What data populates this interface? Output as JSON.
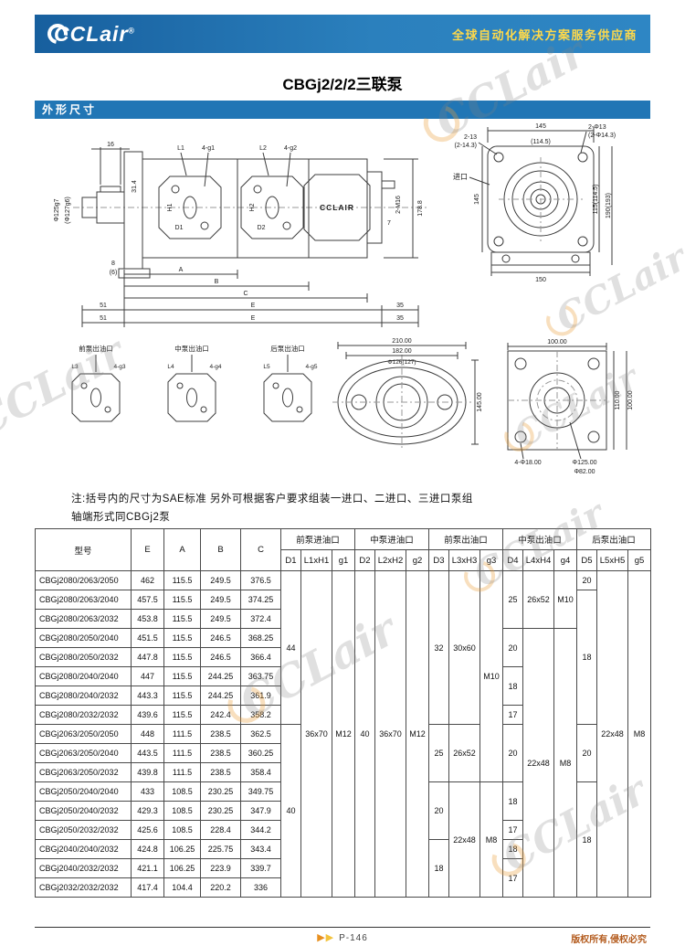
{
  "header": {
    "brand": "CCLair",
    "registered": "®",
    "tagline": "全球自动化解决方案服务供应商"
  },
  "page": {
    "title": "CBGj2/2/2三联泵",
    "section_title": "外形尺寸",
    "note_line1": "注:括号内的尺寸为SAE标准 另外可根据客户要求组装一进口、二进口、三进口泵组",
    "note_line2": "轴端形式同CBGj2泵",
    "watermark": "CCLair",
    "footer_page": "P-146",
    "footer_right": "版权所有,侵权必究"
  },
  "dw": {
    "d16": "16",
    "phi1": "Φ125g7",
    "phi2": "(Φ127g6)",
    "n314": "31.4",
    "n8": "8",
    "n6": "(6)",
    "L1": "L1",
    "g1": "4-g1",
    "L2": "L2",
    "g2": "4-g2",
    "D1": "D1",
    "D2": "D2",
    "H1": "H1",
    "H2": "H2",
    "brand": "CCLAIR",
    "m16": "2-M16",
    "n7": "7",
    "h1788": "178.8",
    "A": "A",
    "B": "B",
    "C": "C",
    "E": "E",
    "n51": "51",
    "n35": "35",
    "r145": "145",
    "r1145": "(114.5)",
    "rphi13": "2-Φ13",
    "rphi143": "(2-Φ14.3)",
    "r115": "115(114.5)",
    "r190": "190(193)",
    "r150": "150",
    "r213": "2-13",
    "r2143": "(2-14.3)",
    "rinlet": "进口",
    "rl145": "145",
    "p1": "前泵出油口",
    "p2": "中泵出油口",
    "p3": "后泵出油口",
    "L3": "L3",
    "g3lbl": "4-g3",
    "L4": "L4",
    "g4lbl": "4-g4",
    "L5": "L5",
    "g5lbl": "4-g5",
    "o210": "210.00",
    "o182": "182.00",
    "ophi": "Φ126(127)",
    "o145": "145.00",
    "s100": "100.00",
    "s110": "110.00",
    "sphi125": "Φ125.00",
    "sphi82": "Φ82.00",
    "sholes": "4-Φ18.00"
  },
  "table": {
    "base_headers": [
      "型号",
      "E",
      "A",
      "B",
      "C"
    ],
    "group_headers": [
      "前泵进油口",
      "中泵进油口",
      "前泵出油口",
      "中泵出油口",
      "后泵出油口"
    ],
    "sub_headers": [
      "D1",
      "L1xH1",
      "g1",
      "D2",
      "L2xH2",
      "g2",
      "D3",
      "L3xH3",
      "g3",
      "D4",
      "L4xH4",
      "g4",
      "D5",
      "L5xH5",
      "g5"
    ],
    "rows": [
      [
        "CBGj2080/2063/2050",
        "462",
        "115.5",
        "249.5",
        "376.5"
      ],
      [
        "CBGj2080/2063/2040",
        "457.5",
        "115.5",
        "249.5",
        "374.25"
      ],
      [
        "CBGj2080/2063/2032",
        "453.8",
        "115.5",
        "249.5",
        "372.4"
      ],
      [
        "CBGj2080/2050/2040",
        "451.5",
        "115.5",
        "246.5",
        "368.25"
      ],
      [
        "CBGj2080/2050/2032",
        "447.8",
        "115.5",
        "246.5",
        "366.4"
      ],
      [
        "CBGj2080/2040/2040",
        "447",
        "115.5",
        "244.25",
        "363.75"
      ],
      [
        "CBGj2080/2040/2032",
        "443.3",
        "115.5",
        "244.25",
        "361.9"
      ],
      [
        "CBGj2080/2032/2032",
        "439.6",
        "115.5",
        "242.4",
        "358.2"
      ],
      [
        "CBGj2063/2050/2050",
        "448",
        "111.5",
        "238.5",
        "362.5"
      ],
      [
        "CBGj2063/2050/2040",
        "443.5",
        "111.5",
        "238.5",
        "360.25"
      ],
      [
        "CBGj2063/2050/2032",
        "439.8",
        "111.5",
        "238.5",
        "358.4"
      ],
      [
        "CBGj2050/2040/2040",
        "433",
        "108.5",
        "230.25",
        "349.75"
      ],
      [
        "CBGj2050/2040/2032",
        "429.3",
        "108.5",
        "230.25",
        "347.9"
      ],
      [
        "CBGj2050/2032/2032",
        "425.6",
        "108.5",
        "228.4",
        "344.2"
      ],
      [
        "CBGj2040/2040/2032",
        "424.8",
        "106.25",
        "225.75",
        "343.4"
      ],
      [
        "CBGj2040/2032/2032",
        "421.1",
        "106.25",
        "223.9",
        "339.7"
      ],
      [
        "CBGj2032/2032/2032",
        "417.4",
        "104.4",
        "220.2",
        "336"
      ]
    ],
    "spec_order": [
      "D1",
      "L1xH1",
      "g1",
      "D2",
      "L2xH2",
      "g2",
      "D3",
      "L3xH3",
      "g3",
      "D4",
      "L4xH4",
      "g4",
      "D5",
      "L5xH5",
      "g5"
    ],
    "spec_cells": {
      "D1": [
        {
          "s": 1,
          "n": 8,
          "t": "44"
        },
        {
          "s": 9,
          "n": 9,
          "t": "40"
        }
      ],
      "L1xH1": [
        {
          "s": 1,
          "n": 17,
          "t": "36x70"
        }
      ],
      "g1": [
        {
          "s": 1,
          "n": 17,
          "t": "M12"
        }
      ],
      "D2": [
        {
          "s": 1,
          "n": 17,
          "t": "40"
        }
      ],
      "L2xH2": [
        {
          "s": 1,
          "n": 17,
          "t": "36x70"
        }
      ],
      "g2": [
        {
          "s": 1,
          "n": 17,
          "t": "M12"
        }
      ],
      "D3": [
        {
          "s": 1,
          "n": 8,
          "t": "32"
        },
        {
          "s": 9,
          "n": 3,
          "t": "25"
        },
        {
          "s": 12,
          "n": 3,
          "t": "20"
        },
        {
          "s": 15,
          "n": 3,
          "t": "18"
        }
      ],
      "L3xH3": [
        {
          "s": 1,
          "n": 8,
          "t": "30x60"
        },
        {
          "s": 9,
          "n": 3,
          "t": "26x52"
        },
        {
          "s": 12,
          "n": 6,
          "t": "22x48"
        }
      ],
      "g3": [
        {
          "s": 1,
          "n": 11,
          "t": "M10"
        },
        {
          "s": 12,
          "n": 6,
          "t": "M8"
        }
      ],
      "D4": [
        {
          "s": 1,
          "n": 3,
          "t": "25"
        },
        {
          "s": 4,
          "n": 2,
          "t": "20"
        },
        {
          "s": 6,
          "n": 2,
          "t": "18"
        },
        {
          "s": 8,
          "n": 1,
          "t": "17"
        },
        {
          "s": 9,
          "n": 3,
          "t": "20"
        },
        {
          "s": 12,
          "n": 2,
          "t": "18"
        },
        {
          "s": 14,
          "n": 1,
          "t": "17"
        },
        {
          "s": 15,
          "n": 1,
          "t": "18"
        },
        {
          "s": 16,
          "n": 2,
          "t": "17"
        }
      ],
      "L4xH4": [
        {
          "s": 1,
          "n": 3,
          "t": "26x52"
        },
        {
          "s": 4,
          "n": 14,
          "t": "22x48"
        }
      ],
      "g4": [
        {
          "s": 1,
          "n": 3,
          "t": "M10"
        },
        {
          "s": 4,
          "n": 14,
          "t": "M8"
        }
      ],
      "D5": [
        {
          "s": 1,
          "n": 1,
          "t": "20"
        },
        {
          "s": 2,
          "n": 7,
          "t": "18"
        },
        {
          "s": 9,
          "n": 3,
          "t": "20"
        },
        {
          "s": 12,
          "n": 6,
          "t": "18"
        }
      ],
      "L5xH5": [
        {
          "s": 1,
          "n": 17,
          "t": "22x48"
        }
      ],
      "g5": [
        {
          "s": 1,
          "n": 17,
          "t": "M8"
        }
      ]
    }
  }
}
